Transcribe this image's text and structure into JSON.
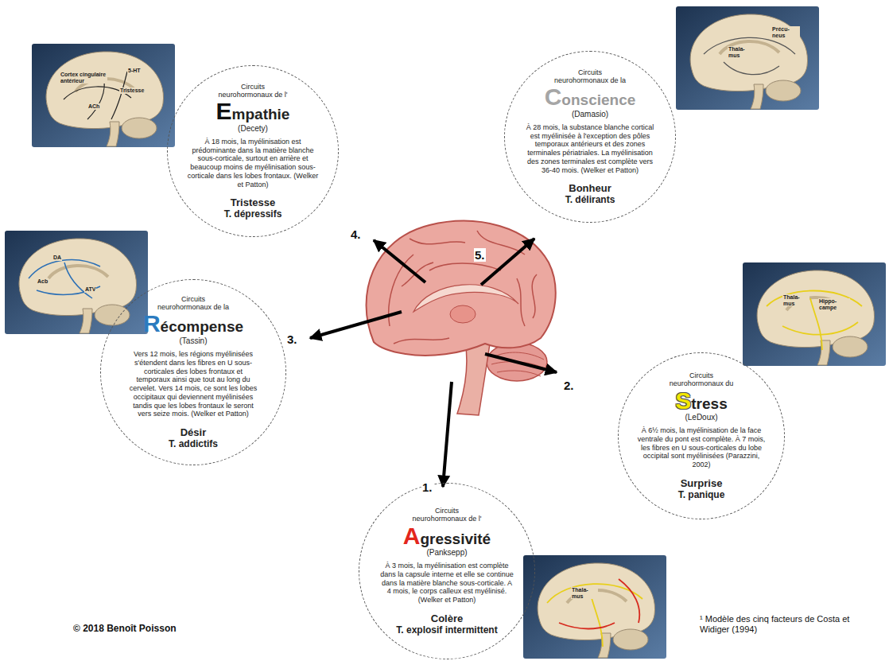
{
  "diagram": {
    "nodes": [
      {
        "text": [
          "Circuits neurohormonaux de l'",
          "Empathie",
          "(Decety)",
          "À 18 mois, la myélinisation est prédominante dans la matière blanche sous-corticale, surtout en arrière et beaucoup moins de myélinisation sous-corticale dans les lobes frontaux. (Welker et Patton)",
          "Tristesse",
          "T. dépressifs"
        ]
      },
      {
        "text": [
          "Circuits neurohormonaux de la",
          "Conscience",
          "(Damasio)",
          "À 28 mois, la substance blanche cortical est myélinisée à l'exception des pôles temporaux antérieurs et des zones terminales périatriales. La myélinisation des zones terminales est complète vers 36-40 mois. (Welker et Patton)",
          "Bonheur",
          "T. délirants"
        ]
      },
      {
        "text": [
          "Circuits neurohormonaux de la",
          "Récompense",
          "(Tassin)",
          "Vers 12 mois, les régions myélinisées s'étendent dans les fibres en U sous-corticales des lobes frontaux et temporaux ainsi que tout au long du cervelet. Vers 14 mois, ce sont les lobes occipitaux qui deviennent myélinisées tandis que les lobes frontaux le seront vers seize mois. (Welker et Patton)",
          "Désir",
          "T. addictifs"
        ]
      },
      {
        "text": [
          "Circuits neurohormonaux du",
          "Stress",
          "(LeDoux)",
          "À 6½ mois, la myélinisation de la face ventrale du pont est complète. À 7 mois, les fibres en U sous-corticales du lobe occipital sont myélinisées (Parazzini, 2002)",
          "Surprise",
          "T. panique"
        ]
      },
      {
        "text": [
          "Circuits neurohormonaux de l'",
          "Agressivité",
          "(Panksepp)",
          "À 3 mois, la myélinisation est complète dans la capsule interne et elle se continue dans la matière blanche sous-corticale. A 4 mois, le corps calleux est myélinisé.(Welker et Patton)",
          "Colère",
          "T. explosif intermittent"
        ]
      }
    ],
    "labels": [
      "Cortex cingulaire antérieur",
      "Tristesse",
      "5-HT",
      "ACh",
      "Précu-neus",
      "Thala-mus",
      "DA",
      "Acb",
      "ATV",
      "Hippo-campe",
      "Thala-mus",
      "Thala-mus",
      "4.",
      "5.",
      "3.",
      "2.",
      "1.",
      "© 2018 Benoît Poisson",
      "¹ Modèle des cinq facteurs de Costa et Widiger (1994)"
    ]
  }
}
